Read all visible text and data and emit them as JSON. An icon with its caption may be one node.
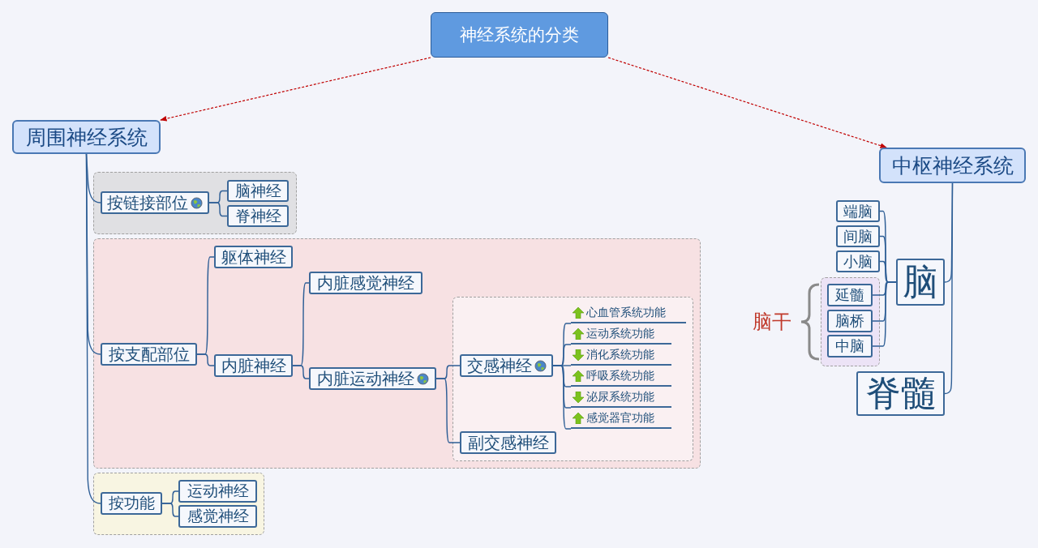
{
  "diagram": {
    "nodes": [
      {
        "text": [
          "神经系统的分类"
        ]
      },
      {
        "text": [
          "周围神经系统"
        ]
      },
      {
        "text": [],
        "shape": "box"
      },
      {
        "text": [
          "按链接部位"
        ],
        "in": 2
      },
      {
        "text": [
          "脑神经"
        ],
        "in": 2
      },
      {
        "text": [
          "脊神经"
        ],
        "in": 2
      },
      {
        "text": [],
        "shape": "box"
      },
      {
        "text": [
          "按支配部位"
        ],
        "in": 6
      },
      {
        "text": [
          "躯体神经"
        ],
        "in": 6
      },
      {
        "text": [
          "内脏神经"
        ],
        "in": 6
      },
      {
        "text": [
          "内脏感觉神经"
        ],
        "in": 6
      },
      {
        "text": [
          "内脏运动神经"
        ],
        "in": 6
      },
      {
        "text": [],
        "shape": "box",
        "in": 6
      },
      {
        "text": [
          "交感神经"
        ],
        "in": 12
      },
      {
        "text": [
          "副交感神经"
        ],
        "in": 12
      },
      {
        "text": [
          "心血管系统功能"
        ],
        "in": 12
      },
      {
        "text": [
          "运动系统功能"
        ],
        "in": 12
      },
      {
        "text": [
          "消化系统功能"
        ],
        "in": 12
      },
      {
        "text": [
          "呼吸系统功能"
        ],
        "in": 12
      },
      {
        "text": [
          "泌尿系统功能"
        ],
        "in": 12
      },
      {
        "text": [
          "感觉器官功能"
        ],
        "in": 12
      },
      {
        "text": [],
        "shape": "box"
      },
      {
        "text": [
          "按功能"
        ],
        "in": 21
      },
      {
        "text": [
          "运动神经"
        ],
        "in": 21
      },
      {
        "text": [
          "感觉神经"
        ],
        "in": 21
      },
      {
        "text": [
          "中枢神经系统"
        ]
      },
      {
        "text": [
          "端脑"
        ]
      },
      {
        "text": [
          "间脑"
        ]
      },
      {
        "text": [
          "小脑"
        ]
      },
      {
        "text": [],
        "shape": "box"
      },
      {
        "text": [
          "延髓"
        ],
        "in": 29
      },
      {
        "text": [
          "脑桥"
        ],
        "in": 29
      },
      {
        "text": [
          "中脑"
        ],
        "in": 29
      },
      {
        "text": [
          "脑"
        ]
      },
      {
        "text": [
          "脊髓"
        ]
      }
    ],
    "edges": [
      {
        "from": 0,
        "to": 1,
        "arrow": "to",
        "style": "dashed",
        "color": "#c00000"
      },
      {
        "from": 0,
        "to": 25,
        "arrow": "to",
        "style": "dashed",
        "color": "#c00000"
      },
      {
        "from": 1,
        "to": 3,
        "arrow": "none"
      },
      {
        "from": 1,
        "to": 7,
        "arrow": "none"
      },
      {
        "from": 1,
        "to": 22,
        "arrow": "none"
      },
      {
        "from": 3,
        "to": 4,
        "arrow": "none"
      },
      {
        "from": 3,
        "to": 5,
        "arrow": "none"
      },
      {
        "from": 7,
        "to": 8,
        "arrow": "none"
      },
      {
        "from": 7,
        "to": 9,
        "arrow": "none"
      },
      {
        "from": 9,
        "to": 10,
        "arrow": "none"
      },
      {
        "from": 9,
        "to": 11,
        "arrow": "none"
      },
      {
        "from": 11,
        "to": 13,
        "arrow": "none"
      },
      {
        "from": 11,
        "to": 14,
        "arrow": "none"
      },
      {
        "from": 13,
        "to": 15,
        "arrow": "none"
      },
      {
        "from": 13,
        "to": 16,
        "arrow": "none"
      },
      {
        "from": 13,
        "to": 17,
        "arrow": "none"
      },
      {
        "from": 13,
        "to": 18,
        "arrow": "none"
      },
      {
        "from": 13,
        "to": 19,
        "arrow": "none"
      },
      {
        "from": 13,
        "to": 20,
        "arrow": "none"
      },
      {
        "from": 22,
        "to": 23,
        "arrow": "none"
      },
      {
        "from": 22,
        "to": 24,
        "arrow": "none"
      },
      {
        "from": 25,
        "to": 33,
        "arrow": "none"
      },
      {
        "from": 25,
        "to": 34,
        "arrow": "none"
      },
      {
        "from": 33,
        "to": 26,
        "arrow": "none"
      },
      {
        "from": 33,
        "to": 27,
        "arrow": "none"
      },
      {
        "from": 33,
        "to": 28,
        "arrow": "none"
      },
      {
        "from": 33,
        "to": 30,
        "arrow": "none"
      },
      {
        "from": 33,
        "to": 31,
        "arrow": "none"
      },
      {
        "from": 33,
        "to": 32,
        "arrow": "none"
      }
    ],
    "labels": [
      "脑干"
    ]
  }
}
